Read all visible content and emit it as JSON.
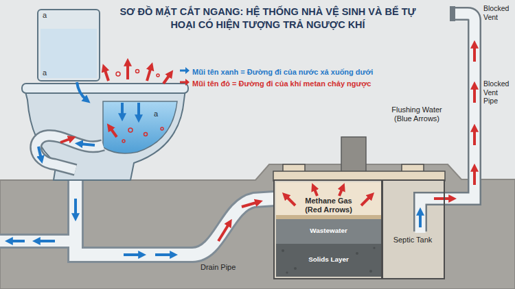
{
  "diagram": {
    "title": "SƠ ĐỒ MẶT CẮT NGANG: HỆ THỐNG NHÀ VỆ SINH VÀ BỂ TỰ HOẠI CÓ HIỆN TƯỢNG TRẢ NGƯỢC KHÍ",
    "nodes": [
      {
        "text": [
          "Septic Tank"
        ]
      },
      {
        "text": [
          "Methane Gas (Red Arrows)"
        ],
        "in": 0
      },
      {
        "text": [
          "Wastewater"
        ],
        "in": 0
      },
      {
        "text": [
          "Solids Layer"
        ],
        "in": 0
      }
    ],
    "labels": [
      "a",
      "a",
      "a",
      "Blocked Vent",
      "Blocked Vent Pipe",
      "Flushing Water (Blue Arrows)",
      "Drain Pipe"
    ],
    "legend": [
      {
        "text": "Mũi tên xanh = Đường đi của nước xả xuống dưới",
        "color": "#1f78c8"
      },
      {
        "text": "Mũi tên đỏ = Đường đi của khí metan chảy ngược",
        "color": "#d32f2f"
      }
    ]
  }
}
